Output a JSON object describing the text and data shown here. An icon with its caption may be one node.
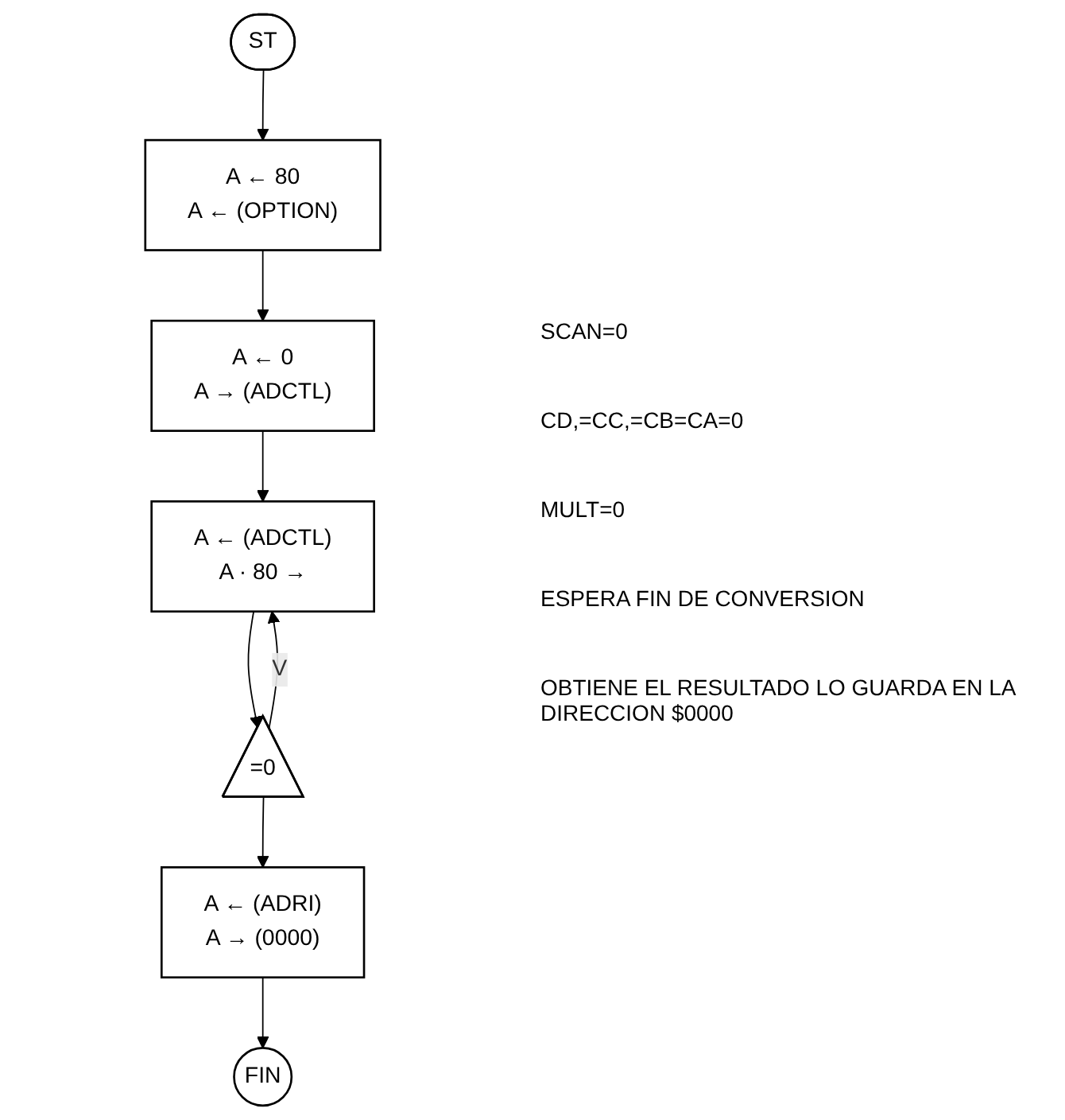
{
  "diagram": {
    "nodes": [
      {
        "text": [
          "ST"
        ]
      },
      {
        "text": [
          "A ← 80",
          "A ← (OPTION)"
        ]
      },
      {
        "text": [
          "A ← 0",
          "A → (ADCTL)"
        ]
      },
      {
        "text": [
          "A ← (ADCTL)",
          "A · 80 →"
        ]
      },
      {
        "text": [
          "=0"
        ]
      },
      {
        "text": [
          "A ← (ADRI)",
          "A → (0000)"
        ]
      },
      {
        "text": [
          "FIN"
        ]
      }
    ],
    "edges": [
      {
        "from": 0,
        "to": 1,
        "arrow": "to"
      },
      {
        "from": 1,
        "to": 2,
        "arrow": "to"
      },
      {
        "from": 2,
        "to": 3,
        "arrow": "to"
      },
      {
        "from": 3,
        "to": 4,
        "arrow": "to"
      },
      {
        "from": 4,
        "to": 3,
        "arrow": "to",
        "label": "V"
      },
      {
        "from": 4,
        "to": 5,
        "arrow": "to"
      },
      {
        "from": 5,
        "to": 6,
        "arrow": "to"
      }
    ],
    "labels": [
      "SCAN=0",
      "CD,=CC,=CB=CA=0",
      "MULT=0",
      "ESPERA FIN DE CONVERSION",
      "OBTIENE EL RESULTADO LO GUARDA EN LA DIRECCION $0000"
    ]
  }
}
